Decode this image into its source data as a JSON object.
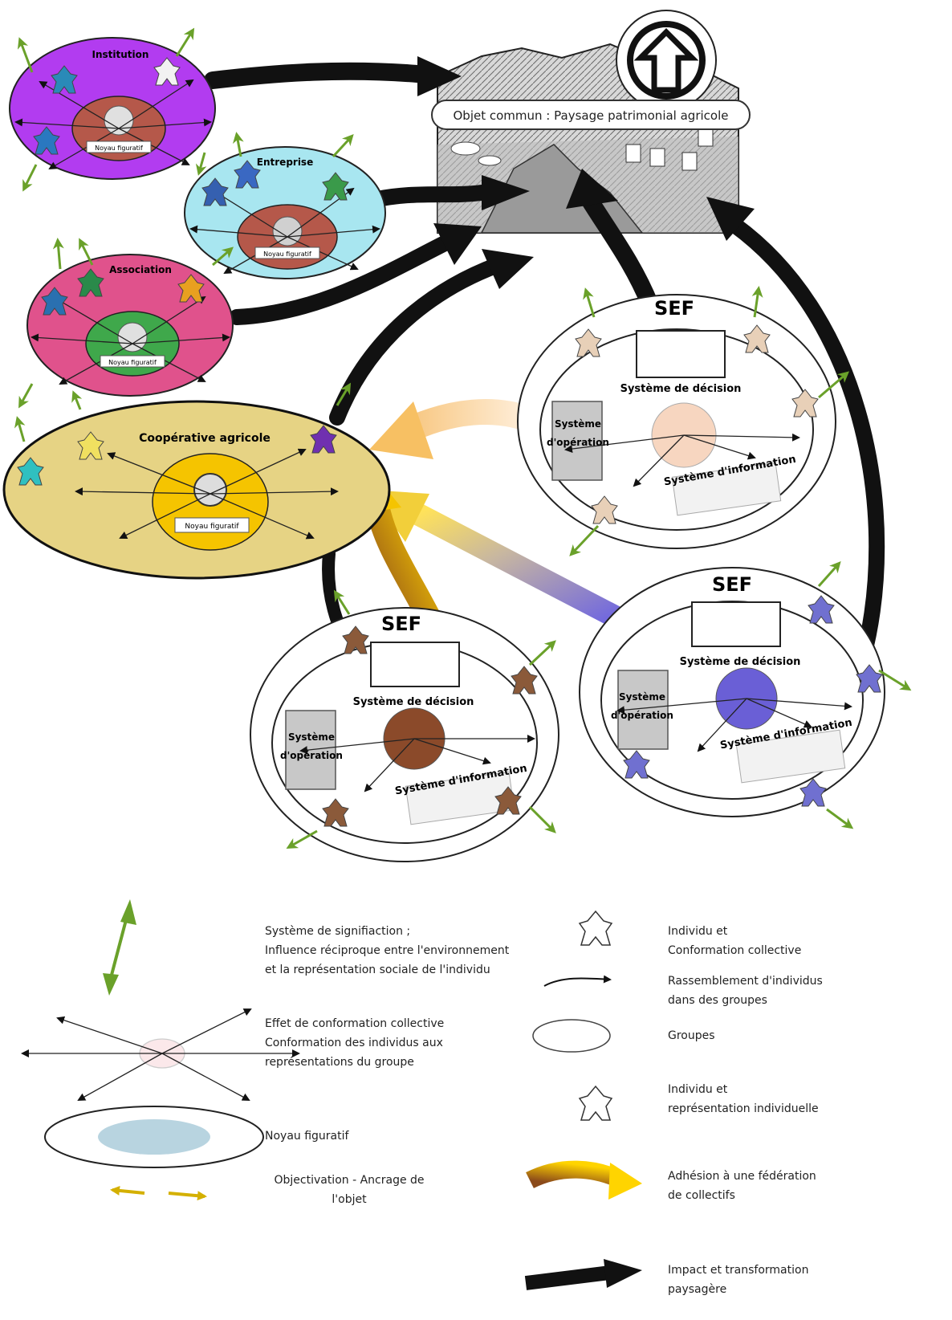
{
  "landscape": {
    "label": "Objet commun : Paysage patrimonial agricole"
  },
  "groups": {
    "institution": {
      "title": "Institution",
      "core": "Noyau figuratif",
      "color": "#b23cf0",
      "core_color": "#b5584a"
    },
    "entreprise": {
      "title": "Entreprise",
      "core": "Noyau figuratif",
      "color": "#a8e6f0",
      "core_color": "#b5584a"
    },
    "association": {
      "title": "Association",
      "core": "Noyau figuratif",
      "color": "#e0528c",
      "core_color": "#3fa84b"
    },
    "cooperative": {
      "title": "Coopérative agricole",
      "core": "Noyau figuratif",
      "color": "#e6d384",
      "core_color": "#f5c400"
    }
  },
  "sef": {
    "title": "SEF",
    "decision": "Système de décision",
    "operation": "Système\nd'opération",
    "information": "Système d'information",
    "core_colors": [
      "#f7d6c0",
      "#8b4a2a",
      "#6a5fd6"
    ]
  },
  "legend": {
    "signification": "Système de signifiaction ;\nInfluence réciproque entre l'environnement\net la représentation sociale de l'individu",
    "conformation_effect": "Effet de conformation collective\nConformation des individus aux\nreprésentations du groupe",
    "noyau": "Noyau figuratif",
    "objectivation": "Objectivation - Ancrage de\nl'objet",
    "individu_collective": "Individu et\nConformation collective",
    "rassemblement": "Rassemblement d'individus\ndans des groupes",
    "groupes": "Groupes",
    "individu_individuelle": "Individu et\nreprésentation individuelle",
    "adhesion": "Adhésion à une fédération\nde collectifs",
    "impact": "Impact et transformation\npaysagère"
  },
  "colors": {
    "green_arrow": "#6aa12a",
    "yellow_arrow": "#d4b000",
    "black_arrow": "#111111",
    "purple_arrow": "#8a84e8"
  }
}
